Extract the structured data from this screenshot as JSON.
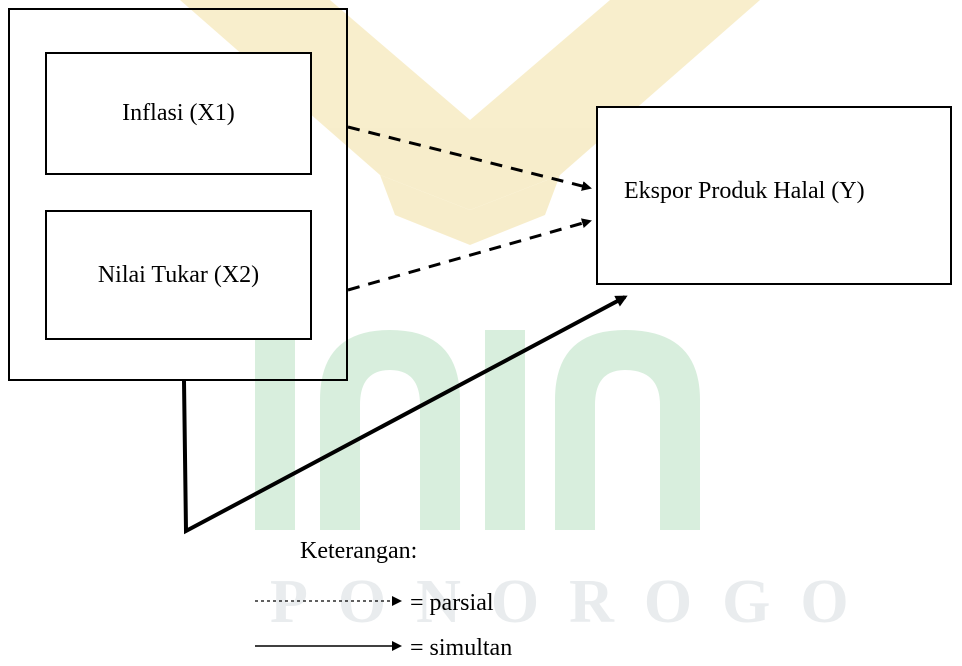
{
  "diagram": {
    "boxes": {
      "x1": "Inflasi (X1)",
      "x2": "Nilai Tukar (X2)",
      "y": "Ekspor Produk Halal (Y)"
    },
    "legend": {
      "title": "Keterangan:",
      "partial": "= parsial",
      "simultaneous": "= simultan"
    },
    "watermark": {
      "text": "PONOROGO",
      "color": "#e9ecee",
      "shape_colors": [
        "#f5e7b8",
        "#cfe8d6"
      ]
    }
  }
}
